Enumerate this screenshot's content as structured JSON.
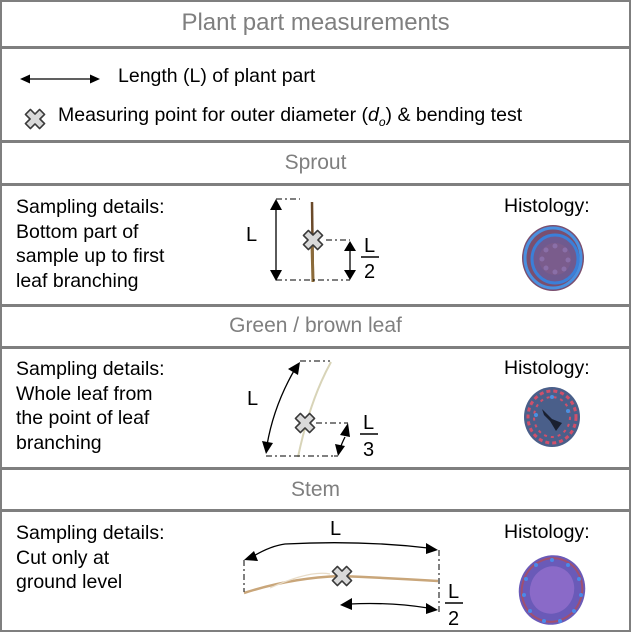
{
  "title": "Plant part measurements",
  "legend": {
    "length_label": "Length (L) of plant part",
    "measuring_label_pre": "Measuring point for outer diameter (",
    "measuring_label_d": "d",
    "measuring_label_sub": "o",
    "measuring_label_post": ") & bending test",
    "length_icon": "double-arrow-icon",
    "measuring_icon": "cross-marker-icon"
  },
  "colors": {
    "border": "#7f7f7f",
    "section_title": "#7f7f7f",
    "marker_fill": "#d9d9d9",
    "marker_stroke": "#3a3a3a"
  },
  "sections": [
    {
      "name": "Sprout",
      "details": [
        "Sampling details:",
        "Bottom part of",
        "sample up to first",
        "leaf branching"
      ],
      "length_label": "L",
      "fraction_num": "L",
      "fraction_den": "2",
      "histology_label": "Histology:"
    },
    {
      "name": "Green / brown leaf",
      "details": [
        "Sampling details:",
        "Whole leaf from",
        "the point of leaf",
        "branching"
      ],
      "length_label": "L",
      "fraction_num": "L",
      "fraction_den": "3",
      "histology_label": "Histology:"
    },
    {
      "name": "Stem",
      "details": [
        "Sampling details:",
        "Cut only at",
        "ground level"
      ],
      "length_label": "L",
      "fraction_num": "L",
      "fraction_den": "2",
      "histology_label": "Histology:"
    }
  ]
}
